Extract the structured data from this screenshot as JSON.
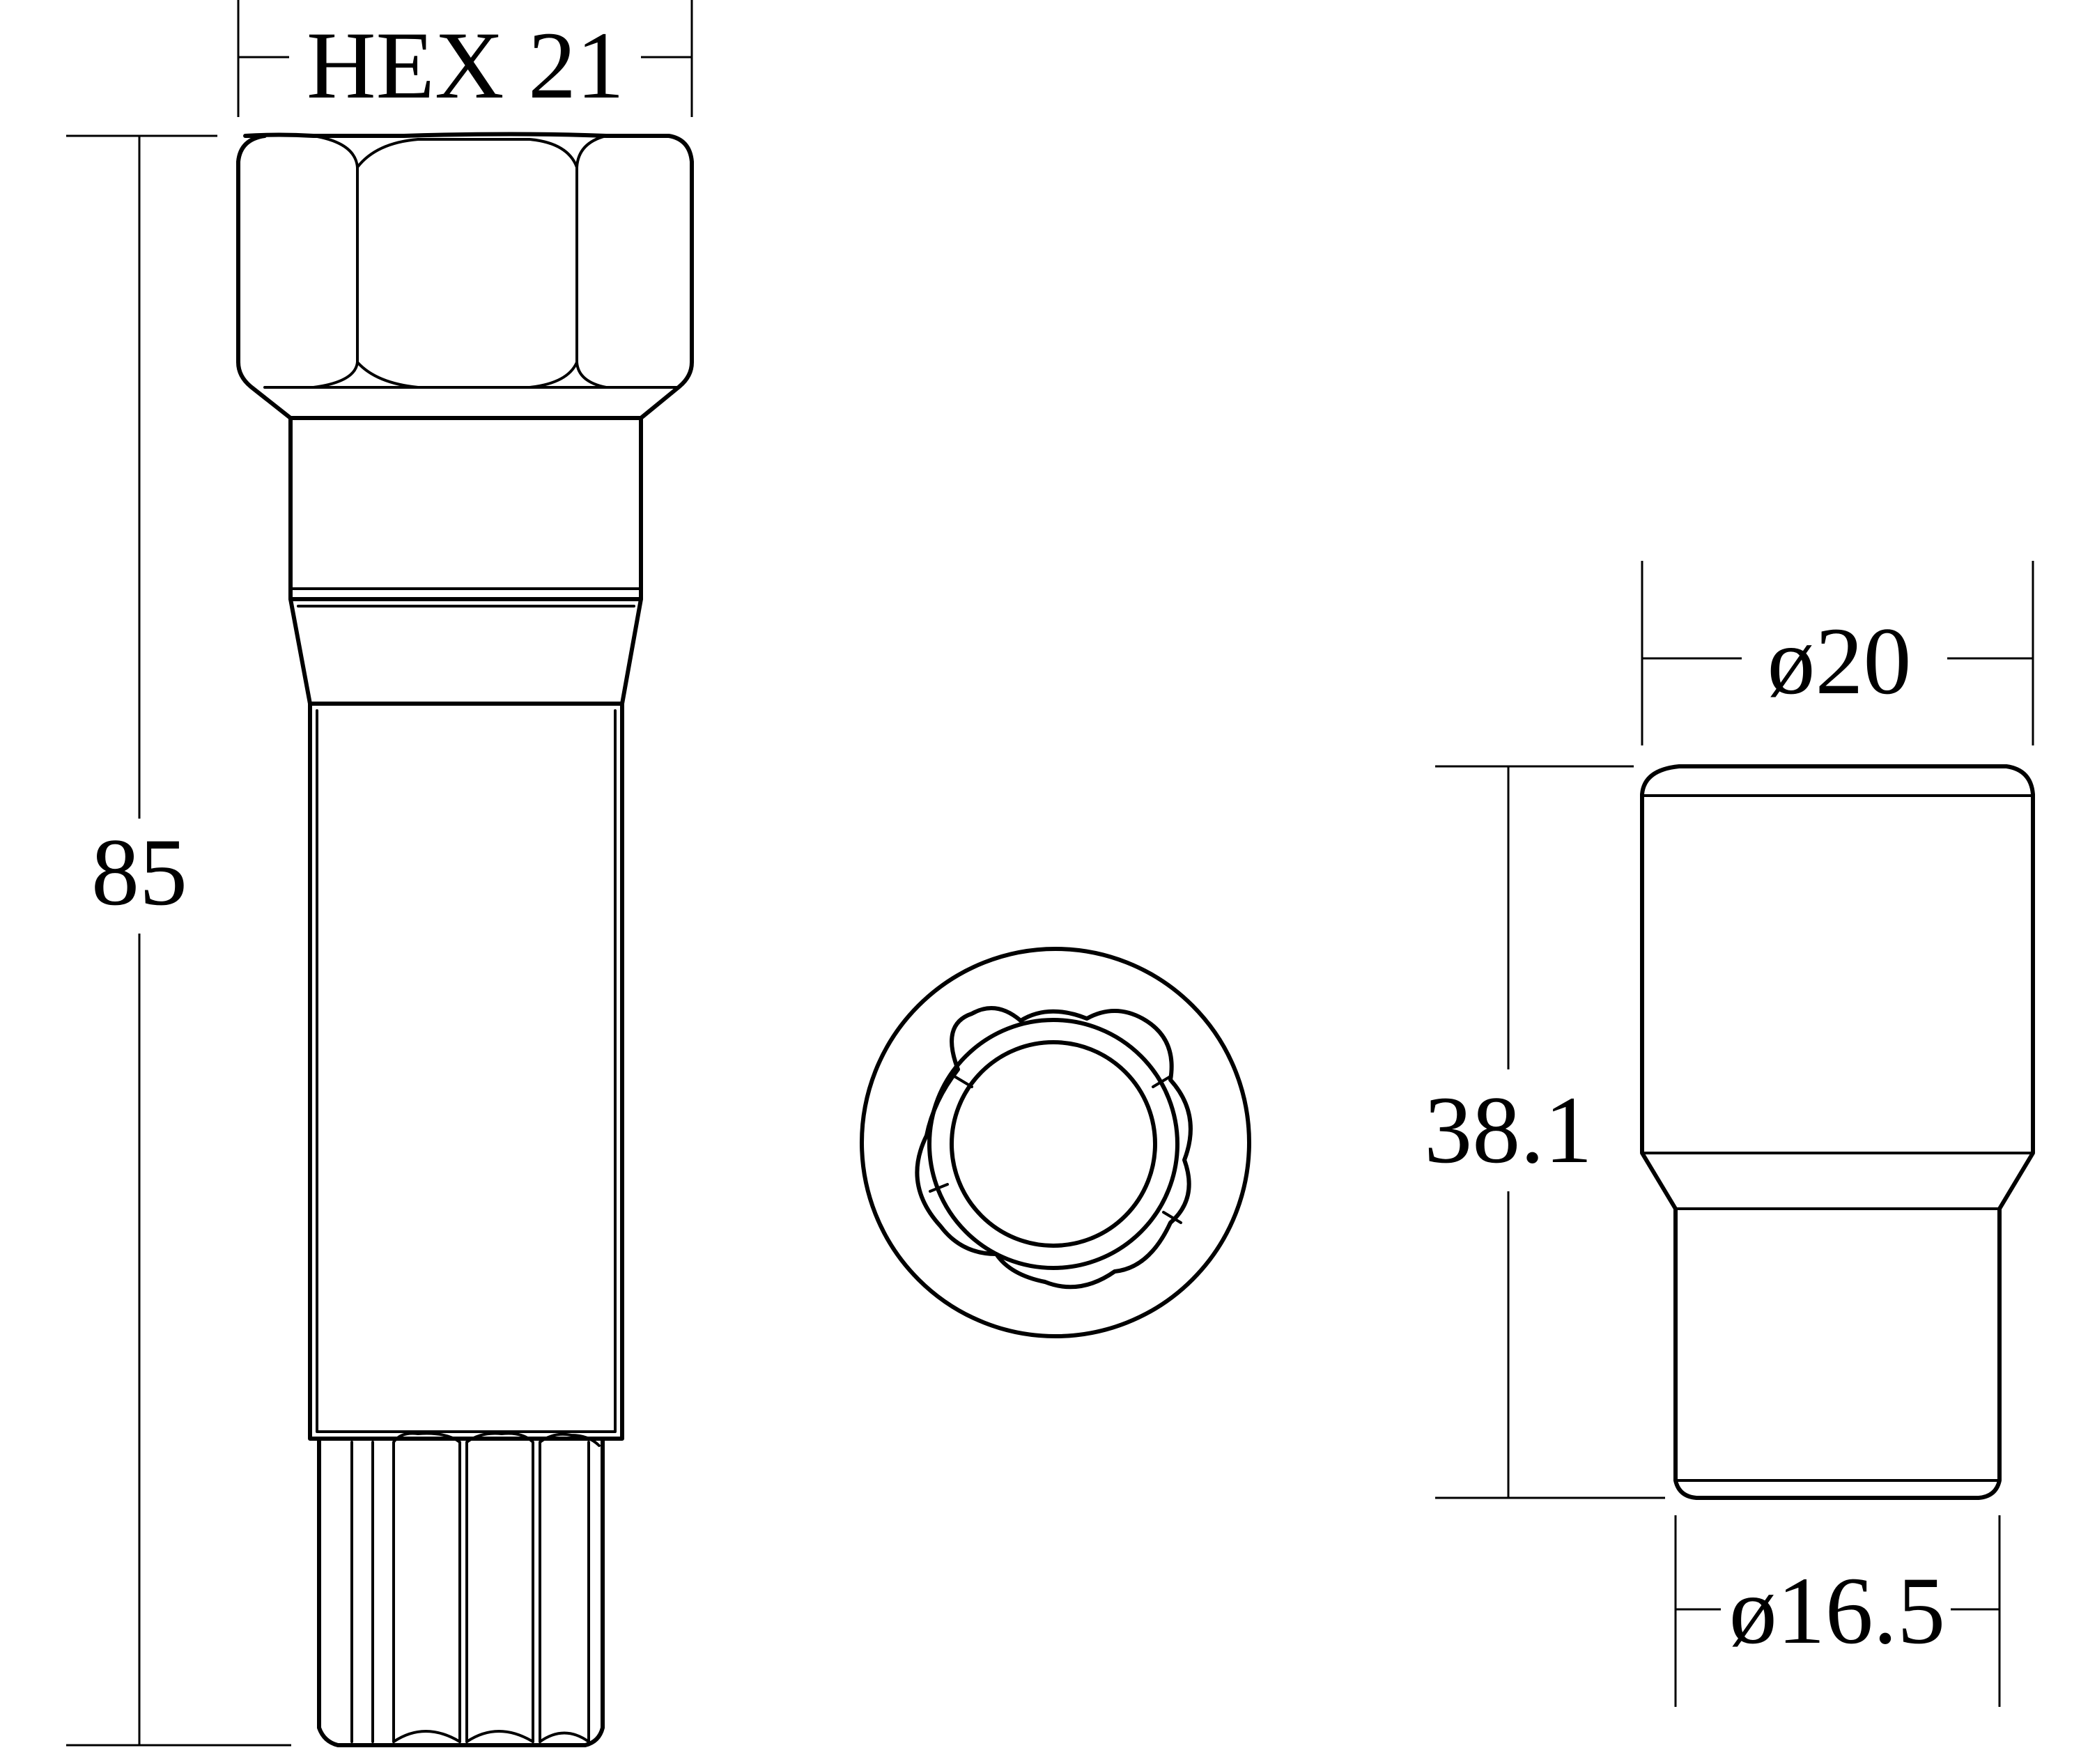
{
  "dimensions": {
    "hex_size": "HEX 21",
    "key_length": "85",
    "nut_length": "38.1",
    "nut_outer_diameter": "ø20",
    "nut_lower_diameter": "ø16.5"
  },
  "colors": {
    "line": "#000000",
    "background": "#ffffff"
  }
}
